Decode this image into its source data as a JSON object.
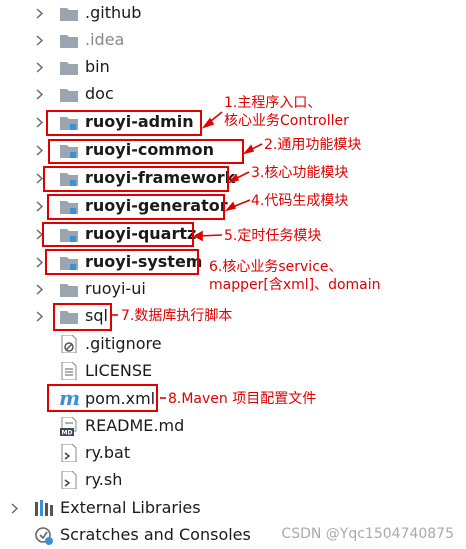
{
  "tree": {
    "items": [
      {
        "label": ".github",
        "type": "folder"
      },
      {
        "label": ".idea",
        "type": "folder-dim"
      },
      {
        "label": "bin",
        "type": "folder"
      },
      {
        "label": "doc",
        "type": "folder"
      },
      {
        "label": "ruoyi-admin",
        "type": "module"
      },
      {
        "label": "ruoyi-common",
        "type": "module"
      },
      {
        "label": "ruoyi-framework",
        "type": "module"
      },
      {
        "label": "ruoyi-generator",
        "type": "module"
      },
      {
        "label": "ruoyi-quartz",
        "type": "module"
      },
      {
        "label": "ruoyi-system",
        "type": "module"
      },
      {
        "label": "ruoyi-ui",
        "type": "folder"
      },
      {
        "label": "sql",
        "type": "folder"
      },
      {
        "label": ".gitignore",
        "type": "file-ignore"
      },
      {
        "label": "LICENSE",
        "type": "file-text"
      },
      {
        "label": "pom.xml",
        "type": "file-maven"
      },
      {
        "label": "README.md",
        "type": "file-md"
      },
      {
        "label": "ry.bat",
        "type": "file-script"
      },
      {
        "label": "ry.sh",
        "type": "file-script"
      },
      {
        "label": "External Libraries",
        "type": "libraries"
      },
      {
        "label": "Scratches and Consoles",
        "type": "scratches"
      }
    ]
  },
  "annotations": {
    "a1_line1": "1.主程序入口、",
    "a1_line2": "核心业务Controller",
    "a2": "2.通用功能模块",
    "a3": "3.核心功能模块",
    "a4": "4.代码生成模块",
    "a5": "5.定时任务模块",
    "a6_line1": "6.核心业务service、",
    "a6_line2": "mapper[含xml]、domain",
    "a7": "7.数据库执行脚本",
    "a8": "8.Maven 项目配置文件"
  },
  "watermark": "CSDN @Yqc1504740875",
  "colors": {
    "annotation": "#e00000",
    "folder": "#9aa5b1",
    "module_badge": "#3d8fd6"
  }
}
